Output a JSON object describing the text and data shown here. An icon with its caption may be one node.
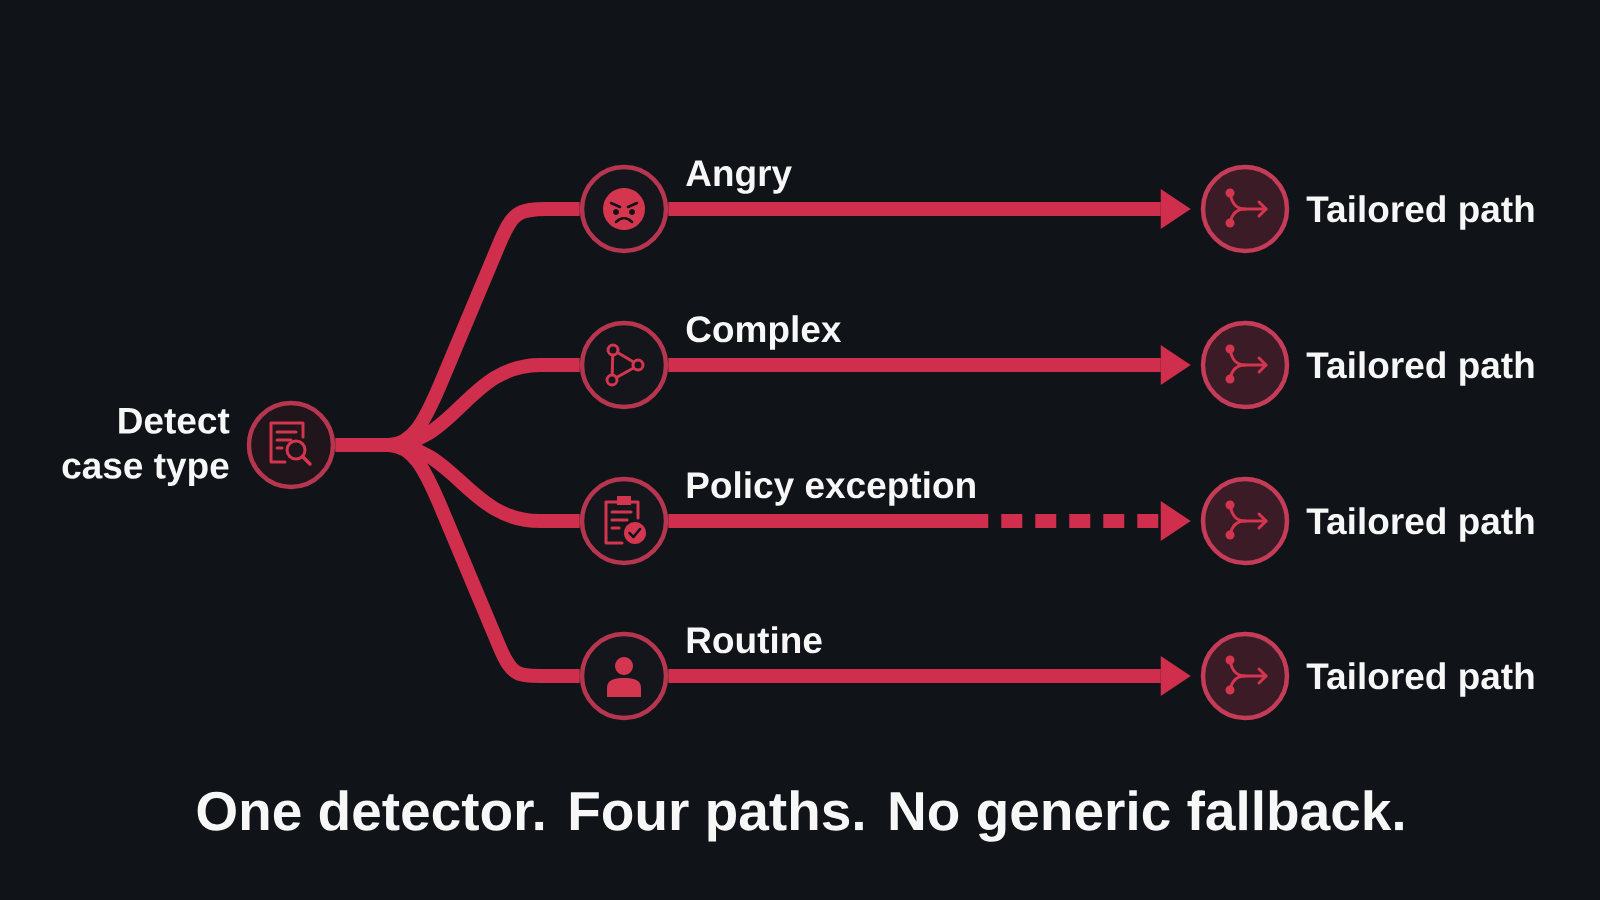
{
  "diagram": {
    "caption": "One detector. Four paths. No generic fallback.",
    "nodes": [
      {
        "text": [
          "Detect case type"
        ]
      },
      {
        "text": [
          "Angry"
        ]
      },
      {
        "text": [
          "Complex"
        ]
      },
      {
        "text": [
          "Policy exception"
        ]
      },
      {
        "text": [
          "Routine"
        ]
      },
      {
        "text": [
          "Tailored path"
        ]
      },
      {
        "text": [
          "Tailored path"
        ]
      },
      {
        "text": [
          "Tailored path"
        ]
      },
      {
        "text": [
          "Tailored path"
        ]
      }
    ],
    "edges": [
      {
        "from": 0,
        "to": 1,
        "arrow": "none"
      },
      {
        "from": 0,
        "to": 2,
        "arrow": "none"
      },
      {
        "from": 0,
        "to": 3,
        "arrow": "none"
      },
      {
        "from": 0,
        "to": 4,
        "arrow": "none"
      },
      {
        "from": 1,
        "to": 5,
        "arrow": "to"
      },
      {
        "from": 2,
        "to": 6,
        "arrow": "to"
      },
      {
        "from": 3,
        "to": 7,
        "arrow": "to",
        "style": "dashed"
      },
      {
        "from": 4,
        "to": 8,
        "arrow": "to"
      }
    ]
  }
}
